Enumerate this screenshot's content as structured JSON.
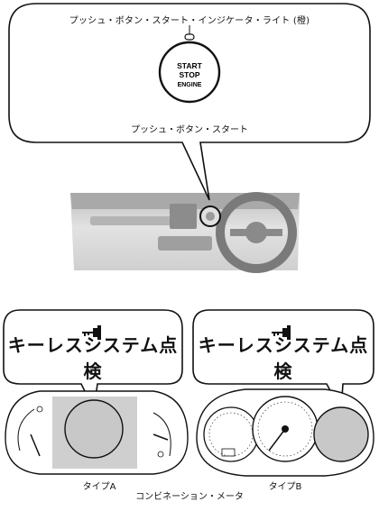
{
  "top_section": {
    "indicator_label": "プッシュ・ボタン・スタート・インジケータ・ライト (橙)",
    "button_label": "プッシュ・ボタン・スタート",
    "button_text": [
      "START",
      "STOP",
      "ENGINE"
    ]
  },
  "bottom_section": {
    "left_panel": {
      "icon": "key-warning-icon",
      "title": "キーレスシステム点検",
      "type_label": "タイプA"
    },
    "right_panel": {
      "icon": "key-warning-icon",
      "title": "キーレスシステム点検",
      "type_label": "タイプB"
    },
    "caption": "コンビネーション・メータ"
  },
  "colors": {
    "line": "#111111",
    "dash_gray": "#d6d6d6",
    "highlight_gray": "#c8c8c8"
  }
}
